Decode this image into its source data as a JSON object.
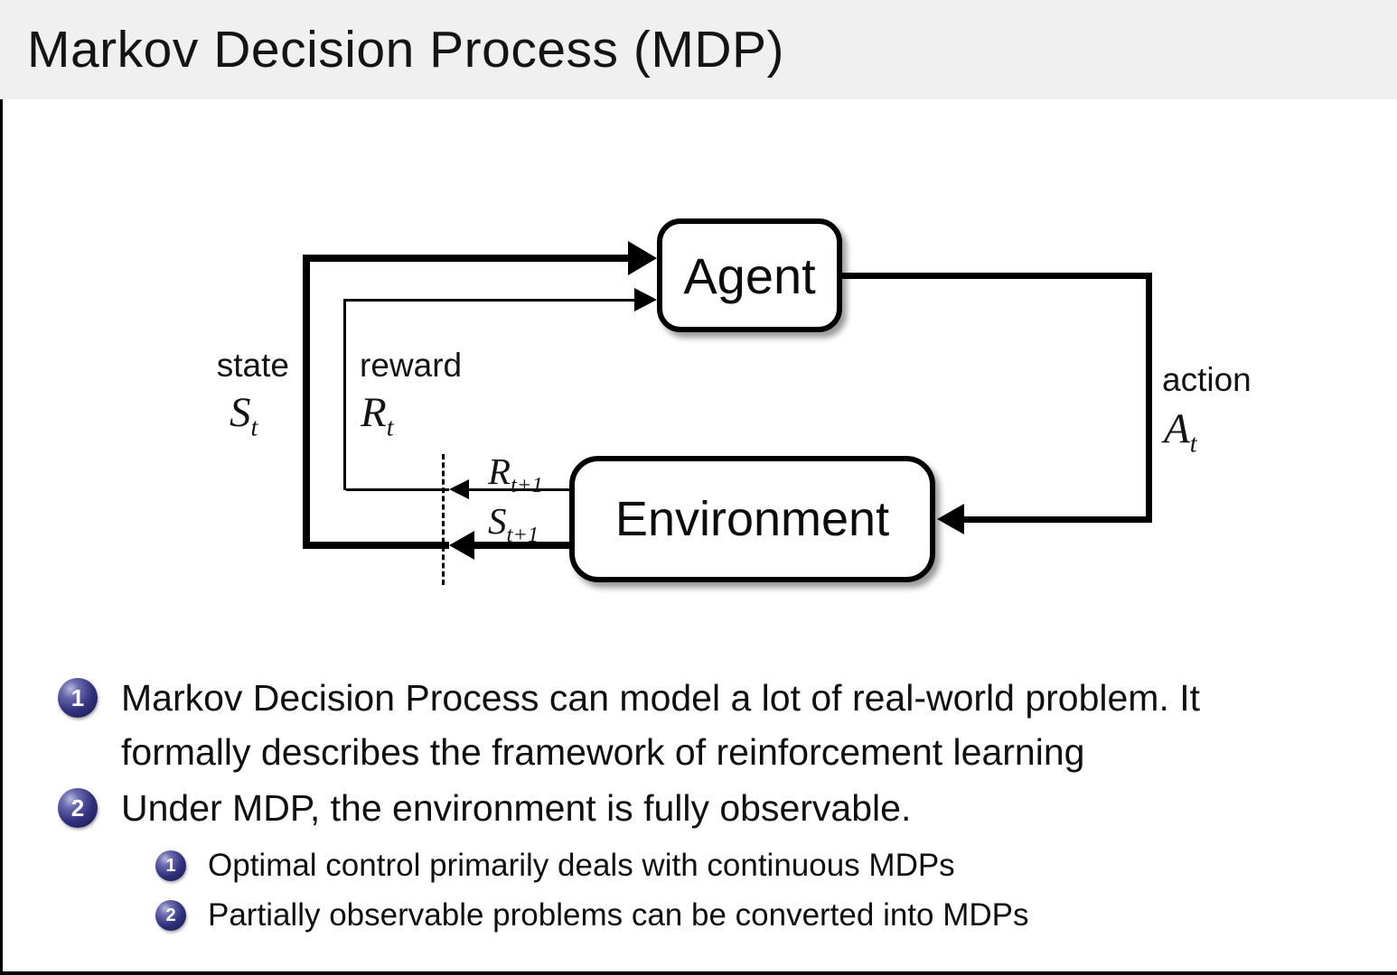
{
  "title": "Markov Decision Process (MDP)",
  "diagram": {
    "agent_label": "Agent",
    "environment_label": "Environment",
    "state_label": "state",
    "reward_label": "reward",
    "action_label": "action",
    "state_var": {
      "base": "S",
      "sub": "t"
    },
    "reward_var": {
      "base": "R",
      "sub": "t"
    },
    "action_var": {
      "base": "A",
      "sub": "t"
    },
    "next_reward_var": {
      "base": "R",
      "sub": "t+1"
    },
    "next_state_var": {
      "base": "S",
      "sub": "t+1"
    }
  },
  "bullets": {
    "item1": {
      "number": "1",
      "lines": [
        "Markov Decision Process can model a lot of real-world problem. It",
        "formally describes the framework of reinforcement learning"
      ]
    },
    "item2": {
      "number": "2",
      "text": "Under MDP, the environment is fully observable."
    },
    "sub1": {
      "number": "1",
      "text": "Optimal control primarily deals with continuous MDPs"
    },
    "sub2": {
      "number": "2",
      "text": "Partially observable problems can be converted into MDPs"
    }
  },
  "colors": {
    "title_bar_bg": "#f0f0f1",
    "body_bg": "#ffffff",
    "line_color": "#000000",
    "bullet_ball": "#32327e",
    "text": "#101010"
  }
}
